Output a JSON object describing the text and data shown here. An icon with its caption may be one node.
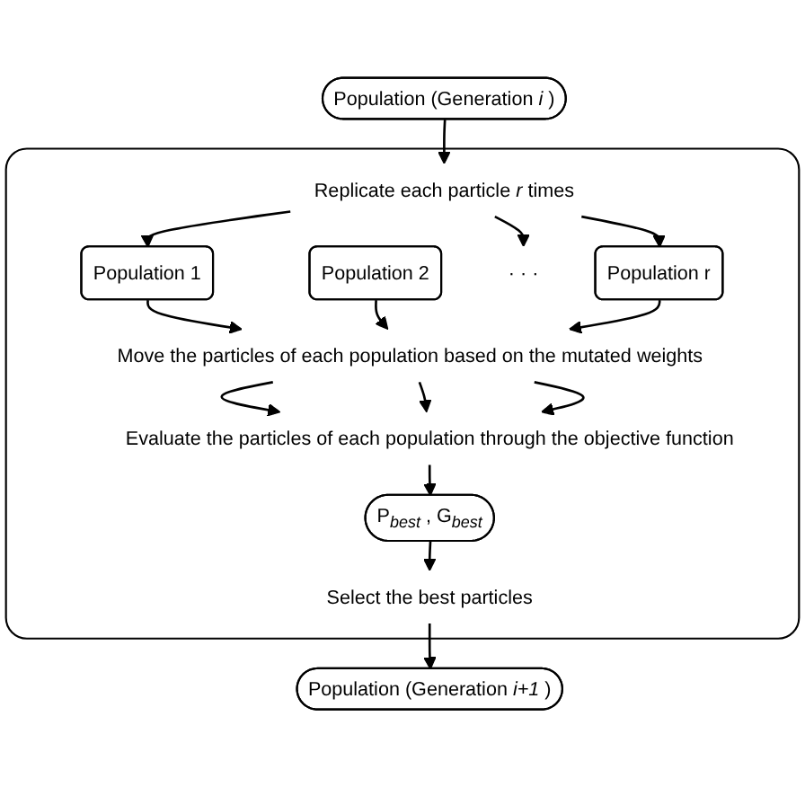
{
  "diagram": {
    "nodes": [
      {
        "text": [
          "Population (Generation *i* )"
        ]
      },
      {
        "text": [],
        "shape": "box"
      },
      {
        "text": [
          "Replicate each particle *r* times"
        ],
        "in": 1
      },
      {
        "text": [
          "Population 1"
        ],
        "in": 1
      },
      {
        "text": [
          "Population 2"
        ],
        "in": 1
      },
      {
        "text": [
          "· · ·"
        ],
        "in": 1
      },
      {
        "text": [
          "Population r"
        ],
        "in": 1
      },
      {
        "text": [
          "Move the particles of each population based on the mutated weights"
        ],
        "in": 1
      },
      {
        "text": [
          "Evaluate the particles of each population through the objective function"
        ],
        "in": 1
      },
      {
        "text": [
          "P$_{best}$ , G$_{best}$"
        ],
        "in": 1
      },
      {
        "text": [
          "Select the best particles"
        ],
        "in": 1
      },
      {
        "text": [
          "Population (Generation *i+1* )"
        ]
      }
    ],
    "edges": [
      {
        "from": 0,
        "to": 2,
        "arrow": "to"
      },
      {
        "from": 2,
        "to": 3,
        "arrow": "to"
      },
      {
        "from": 2,
        "to": 5,
        "arrow": "to"
      },
      {
        "from": 2,
        "to": 6,
        "arrow": "to"
      },
      {
        "from": 3,
        "to": 7,
        "arrow": "to"
      },
      {
        "from": 4,
        "to": 7,
        "arrow": "to"
      },
      {
        "from": 6,
        "to": 7,
        "arrow": "to"
      },
      {
        "from": 7,
        "to": 8,
        "arrow": "to"
      },
      {
        "from": 7,
        "to": 8,
        "arrow": "to"
      },
      {
        "from": 7,
        "to": 8,
        "arrow": "to"
      },
      {
        "from": 8,
        "to": 9,
        "arrow": "to"
      },
      {
        "from": 9,
        "to": 10,
        "arrow": "to"
      },
      {
        "from": 10,
        "to": 11,
        "arrow": "to"
      }
    ]
  }
}
